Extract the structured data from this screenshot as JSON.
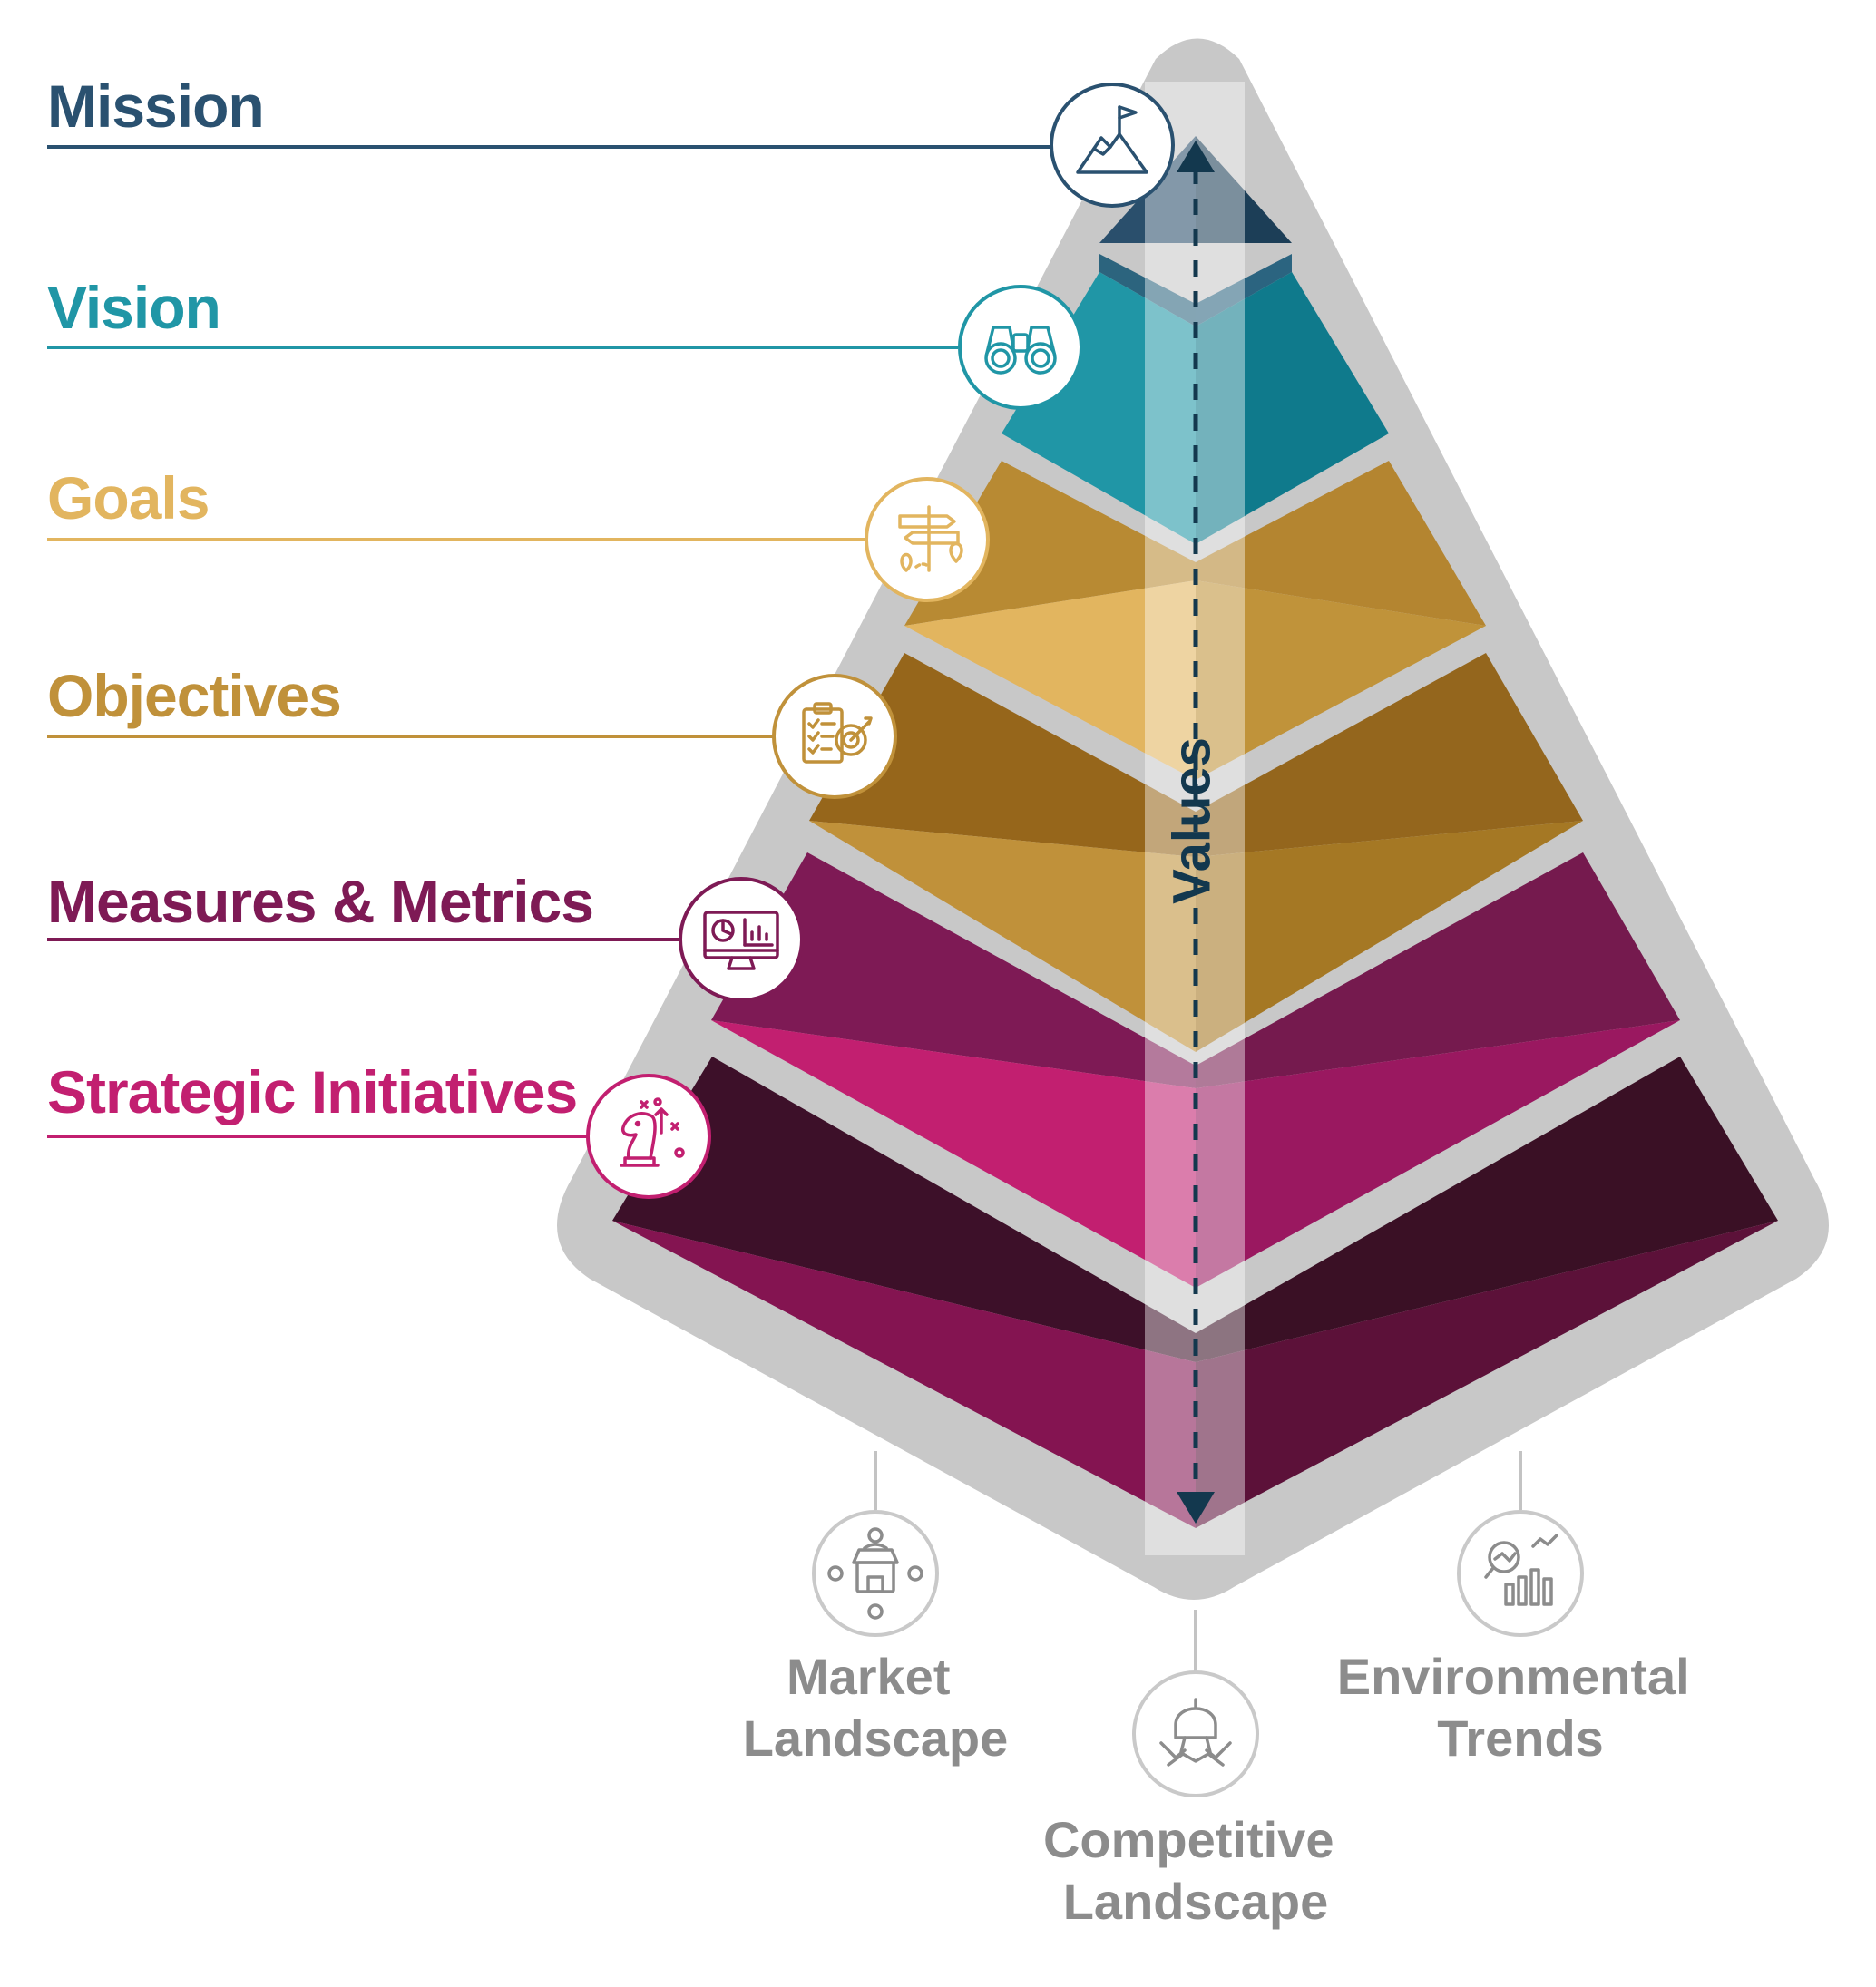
{
  "tiers": [
    {
      "id": "mission",
      "label": "Mission",
      "color": "#2a5170",
      "icon": "mountain-flag-icon"
    },
    {
      "id": "vision",
      "label": "Vision",
      "color": "#2096a6",
      "icon": "binoculars-icon"
    },
    {
      "id": "goals",
      "label": "Goals",
      "color": "#e2b55f",
      "icon": "signpost-route-icon"
    },
    {
      "id": "objectives",
      "label": "Objectives",
      "color": "#c0913a",
      "icon": "checklist-target-icon"
    },
    {
      "id": "measures",
      "label": "Measures & Metrics",
      "color": "#7e1a55",
      "icon": "monitor-dashboard-icon"
    },
    {
      "id": "initiatives",
      "label": "Strategic Initiatives",
      "color": "#c21f70",
      "icon": "chess-knight-strategy-icon"
    }
  ],
  "axis": {
    "label": "Values",
    "color": "#13384e"
  },
  "external_factors": [
    {
      "id": "market",
      "lines": [
        "Market",
        "Landscape"
      ],
      "icon": "market-people-icon"
    },
    {
      "id": "competitive",
      "lines": [
        "Competitive",
        "Landscape"
      ],
      "icon": "handshake-helmet-icon"
    },
    {
      "id": "environmental",
      "lines": [
        "Environmental",
        "Trends"
      ],
      "icon": "magnifier-chart-icon"
    }
  ],
  "colors": {
    "backdrop": "#c8c8c8",
    "connector": "#c3c3c3",
    "bottom_text": "#8c8c8c"
  }
}
